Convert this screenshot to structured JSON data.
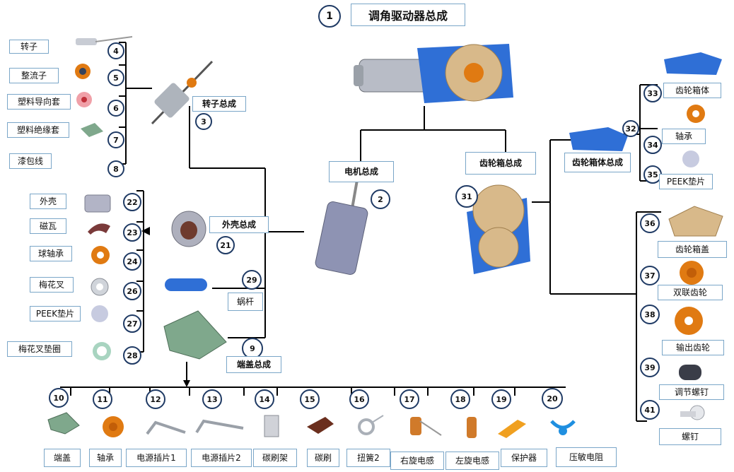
{
  "title": {
    "num": "1",
    "text": "调角驱动器总成"
  },
  "assemblies": {
    "rotor": {
      "label": "转子总成",
      "num": "3"
    },
    "motor": {
      "label": "电机总成",
      "num": "2"
    },
    "gearbox": {
      "label": "齿轮箱总成",
      "num": "31"
    },
    "gearbox_body": {
      "label": "齿轮箱体总成",
      "num": "32"
    },
    "housing": {
      "label": "外壳总成",
      "num": "21"
    },
    "worm": {
      "label": "蜗杆",
      "num": "29"
    },
    "end_cap": {
      "label": "端盖总成",
      "num": "9"
    }
  },
  "rotor_parts": [
    {
      "label": "转子",
      "num": "4"
    },
    {
      "label": "整流子",
      "num": "5"
    },
    {
      "label": "塑料导向套",
      "num": "6"
    },
    {
      "label": "塑料绝缘套",
      "num": "7"
    },
    {
      "label": "漆包线",
      "num": "8"
    }
  ],
  "housing_parts": [
    {
      "label": "外壳",
      "num": "22"
    },
    {
      "label": "磁瓦",
      "num": "23"
    },
    {
      "label": "球轴承",
      "num": "24"
    },
    {
      "label": "梅花叉",
      "num": "26"
    },
    {
      "label": "PEEK垫片",
      "num": "27"
    },
    {
      "label": "梅花叉垫圈",
      "num": "28"
    }
  ],
  "gearbox_body_parts": [
    {
      "label": "齿轮箱体",
      "num": "33"
    },
    {
      "label": "轴承",
      "num": "34"
    },
    {
      "label": "PEEK垫片",
      "num": "35"
    }
  ],
  "gearbox_parts": [
    {
      "label": "齿轮箱盖",
      "num": "36"
    },
    {
      "label": "双联齿轮",
      "num": "37"
    },
    {
      "label": "输出齿轮",
      "num": "38"
    },
    {
      "label": "调节螺钉",
      "num": "39"
    },
    {
      "label": "螺钉",
      "num": "41"
    }
  ],
  "end_cap_parts": [
    {
      "label": "端盖",
      "num": "10"
    },
    {
      "label": "轴承",
      "num": "11"
    },
    {
      "label": "电源插片1",
      "num": "12"
    },
    {
      "label": "电源插片2",
      "num": "13"
    },
    {
      "label": "碳刷架",
      "num": "14"
    },
    {
      "label": "碳刷",
      "num": "15"
    },
    {
      "label": "扭簧2",
      "num": "16"
    },
    {
      "label": "右旋电感",
      "num": "17"
    },
    {
      "label": "左旋电感",
      "num": "18"
    },
    {
      "label": "保护器",
      "num": "19"
    },
    {
      "label": "压敏电阻",
      "num": "20"
    }
  ],
  "colors": {
    "line": "#000000",
    "box_border": "#7aa6c8",
    "circle_border": "#1f3a64",
    "blue": "#2f6fd6",
    "tan": "#d8b98a",
    "orange": "#e07a12",
    "grey": "#9aa0a8",
    "green": "#7fa88c"
  }
}
